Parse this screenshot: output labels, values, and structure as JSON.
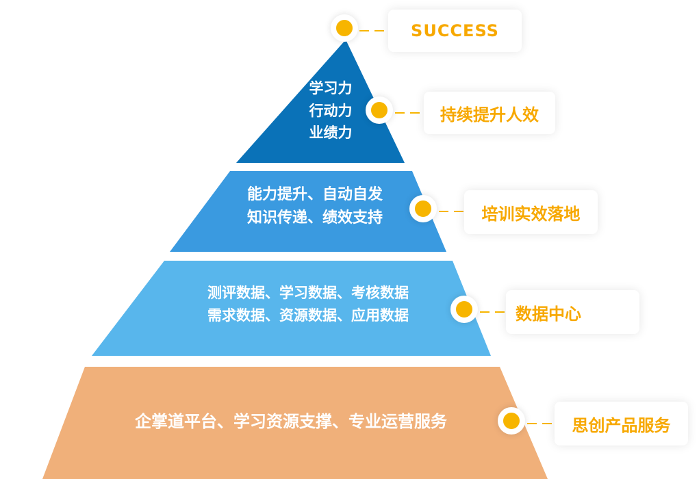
{
  "colors": {
    "tier_top": "#0a72b8",
    "tier_second": "#3a9ae0",
    "tier_third": "#58b6ec",
    "tier_base": "#f0b07a",
    "label_text": "#f7a800",
    "dot": "#f7b500"
  },
  "pyramid": {
    "tiers": [
      {
        "lines": [
          "学习力",
          "行动力",
          "业绩力"
        ]
      },
      {
        "lines": [
          "能力提升、自动自发",
          "知识传递、绩效支持"
        ]
      },
      {
        "lines": [
          "测评数据、学习数据、考核数据",
          "需求数据、资源数据、应用数据"
        ]
      },
      {
        "lines": [
          "企掌道平台、学习资源支撑、专业运营服务"
        ]
      }
    ]
  },
  "labels": {
    "apex": "SUCCESS",
    "tier1": "持续提升人效",
    "tier2": "培训实效落地",
    "tier3": "数据中心",
    "tier4": "思创产品服务"
  }
}
